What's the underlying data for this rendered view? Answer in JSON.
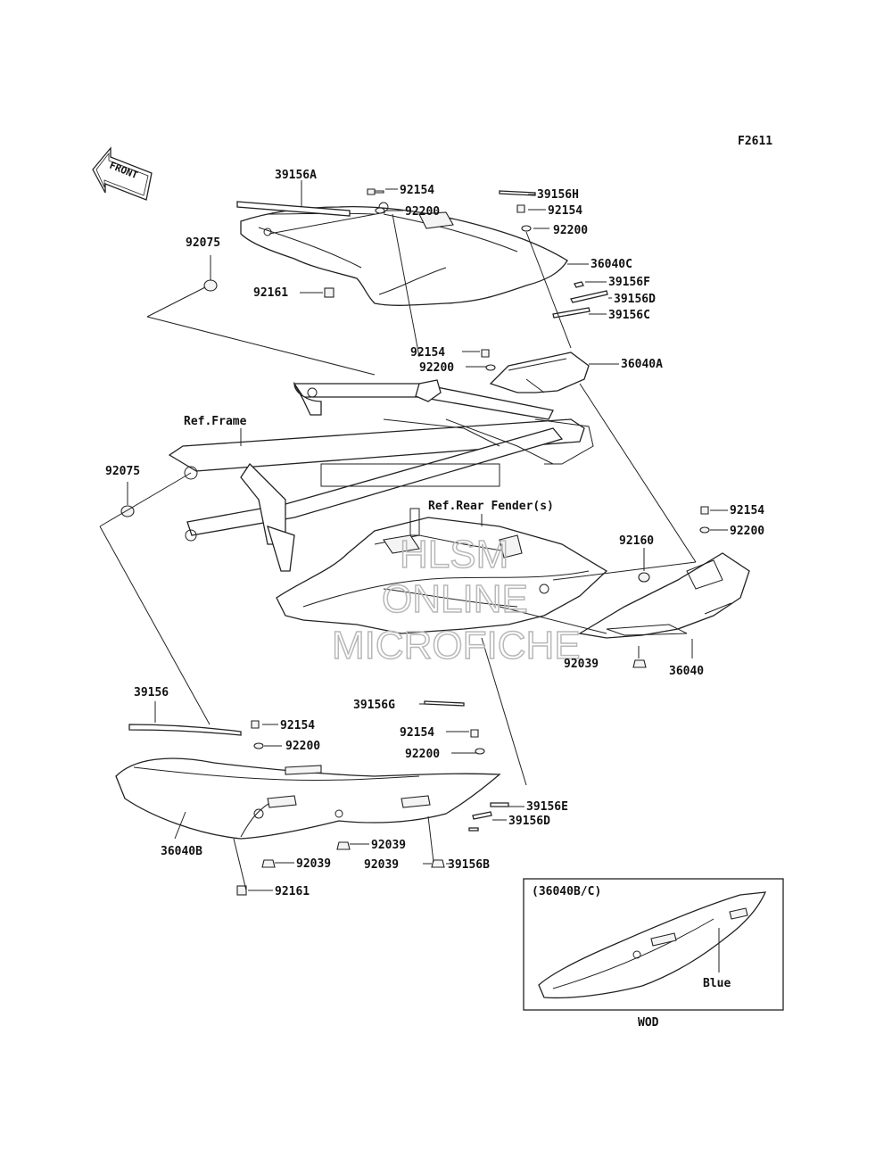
{
  "figure_code": "F2611",
  "front_arrow": "FRONT",
  "watermark": {
    "line1": "HLSM",
    "line2": "ONLINE",
    "line3": "MICROFICHE"
  },
  "ref_labels": {
    "frame": "Ref.Frame",
    "rear_fender": "Ref.Rear Fender(s)"
  },
  "labels": {
    "l39156A": "39156A",
    "l92154_top": "92154",
    "l92200_top": "92200",
    "l92075_top": "92075",
    "l92161_top": "92161",
    "l39156H": "39156H",
    "l92154_tr": "92154",
    "l92200_tr": "92200",
    "l36040C": "36040C",
    "l39156F": "39156F",
    "l39156D_top": "39156D",
    "l39156C": "39156C",
    "l92154_mid": "92154",
    "l92200_mid": "92200",
    "l36040A": "36040A",
    "l92075_left": "92075",
    "l92154_right": "92154",
    "l92200_right": "92200",
    "l92160": "92160",
    "l92039_right": "92039",
    "l36040": "36040",
    "l39156": "39156",
    "l92154_bl": "92154",
    "l92200_bl": "92200",
    "l39156G": "39156G",
    "l92154_bm": "92154",
    "l92200_bm": "92200",
    "l39156E": "39156E",
    "l39156D_bot": "39156D",
    "l36040B": "36040B",
    "l92039_a": "92039",
    "l92039_b": "92039",
    "l92039_c": "92039",
    "l39156B": "39156B",
    "l92161_bot": "92161"
  },
  "inset": {
    "title": "(36040B/C)",
    "color_label": "Blue",
    "footer": "WOD"
  }
}
